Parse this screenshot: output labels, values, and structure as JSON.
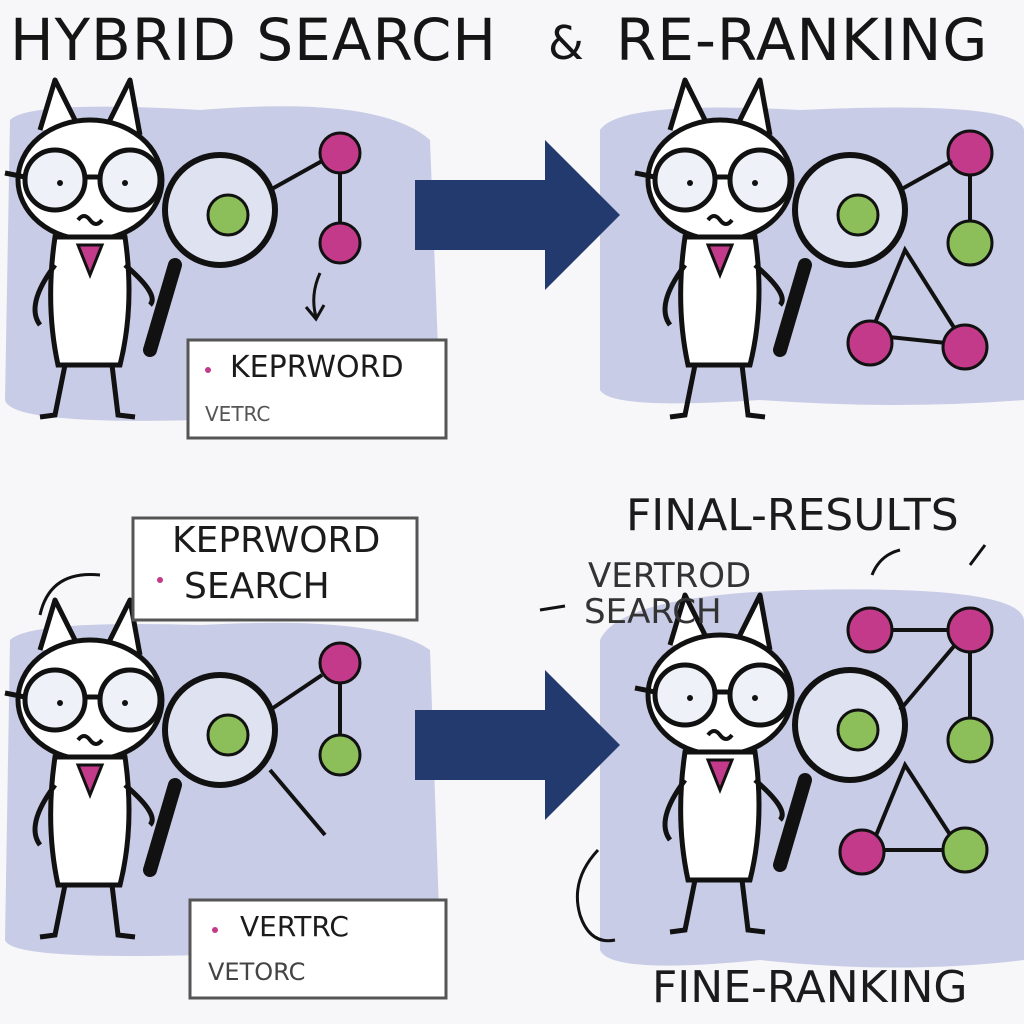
{
  "title": {
    "left": "HYBRID SEARCH",
    "amp": "&",
    "right": "RE-RANKING"
  },
  "panel_tl": {
    "line1": "KEPRWORD",
    "line2": "VETRC"
  },
  "panel_bl": {
    "callout": [
      "KEPRWORD",
      "SEARCH"
    ],
    "box_line1": "VERTRC",
    "box_line2": "VETORC"
  },
  "panel_br": {
    "header": "FINAL-RESULTS",
    "sub1": "VERTROD",
    "sub2": "SEARCH",
    "footer": "FINE-RANKING"
  },
  "colors": {
    "blob": "#c9cce6",
    "arrow": "#233a6e",
    "node_pink": "#c43a8a",
    "node_green": "#8cbf5a",
    "ink": "#111111"
  }
}
